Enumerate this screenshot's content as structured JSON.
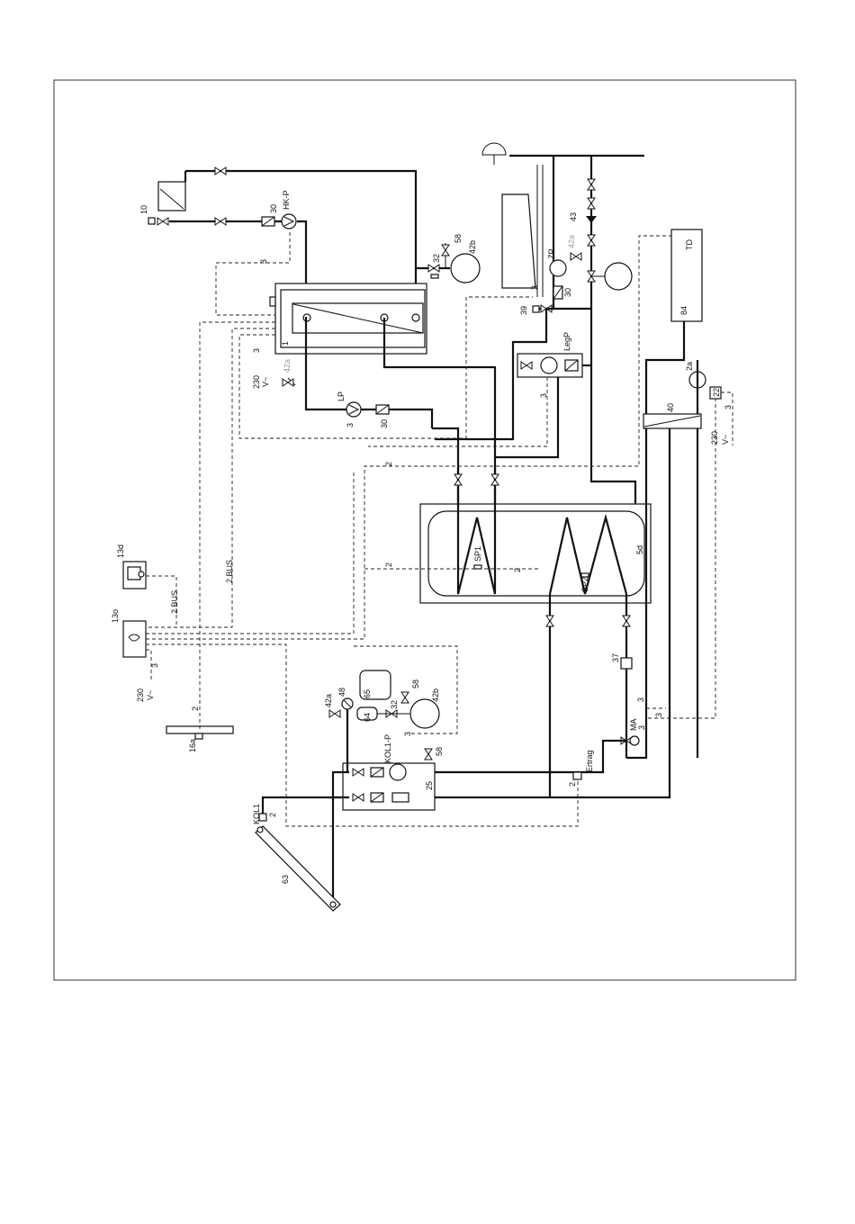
{
  "diagram": {
    "labels": {
      "n10": "10",
      "n30a": "30",
      "hkp": "HK-P",
      "n3a": "3",
      "n58a": "58",
      "n32a": "32",
      "n42b_a": "42b",
      "n1": "1",
      "n3b": "3",
      "n230a": "230",
      "vac_a": "V~",
      "n42a_a": "42a",
      "lp": "LP",
      "n3c": "3",
      "n30b": "30",
      "n13d": "13d",
      "n2bus_a": "2  BUS",
      "n2bus_b": "2  BUS",
      "n13o": "13o",
      "n3d": "3",
      "n230b": "230",
      "vac_b": "V~",
      "n2a": "2",
      "n16a": "16a",
      "n2b": "2",
      "n2c": "2",
      "n2d": "2",
      "sp1": "SP1",
      "sp2": "SP2",
      "n5d": "5d",
      "n39": "39",
      "n3e": "3",
      "zp": "ZP",
      "n30c": "30",
      "n42a_b": "42a",
      "n43": "43",
      "legp": "LegP",
      "n3f": "3",
      "td": "TD",
      "n84": "84",
      "n2a_pump": "2a",
      "n22": "22",
      "n40": "40",
      "n3g": "3",
      "n230c": "230",
      "vac_c": "V~",
      "n37": "37",
      "n3h": "3",
      "n3i": "3",
      "ma": "MA",
      "n3j": "3",
      "ertrag": "Ertrag",
      "n2e": "2",
      "n65": "65",
      "n58b": "58",
      "n42b_b": "42b",
      "n42a_c": "42a",
      "n48": "48",
      "n64": "64",
      "n32b": "32",
      "n3k": "3",
      "kol1p": "KOL1-P",
      "n58c": "58",
      "n25": "25",
      "kol1": "KOL1",
      "n2f": "2",
      "n63": "63"
    }
  }
}
